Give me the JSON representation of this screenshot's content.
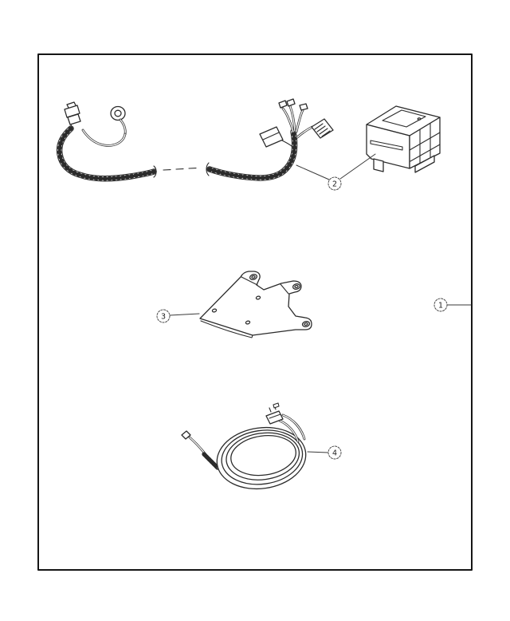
{
  "page": {
    "background": "#ffffff",
    "line_color": "#2b2b2b",
    "frame_color": "#161616"
  },
  "diagram": {
    "kind": "exploded-parts-kit-line-diagram",
    "callouts": [
      {
        "label": "1",
        "points_to": "kit-frame"
      },
      {
        "label": "2",
        "points_to": "wiring-harness-and-module"
      },
      {
        "label": "3",
        "points_to": "mounting-bracket"
      },
      {
        "label": "4",
        "points_to": "cable-assembly"
      }
    ],
    "part_icons": [
      "wiring-harness-art",
      "control-module-art",
      "mounting-bracket-art",
      "cable-coil-art"
    ]
  }
}
